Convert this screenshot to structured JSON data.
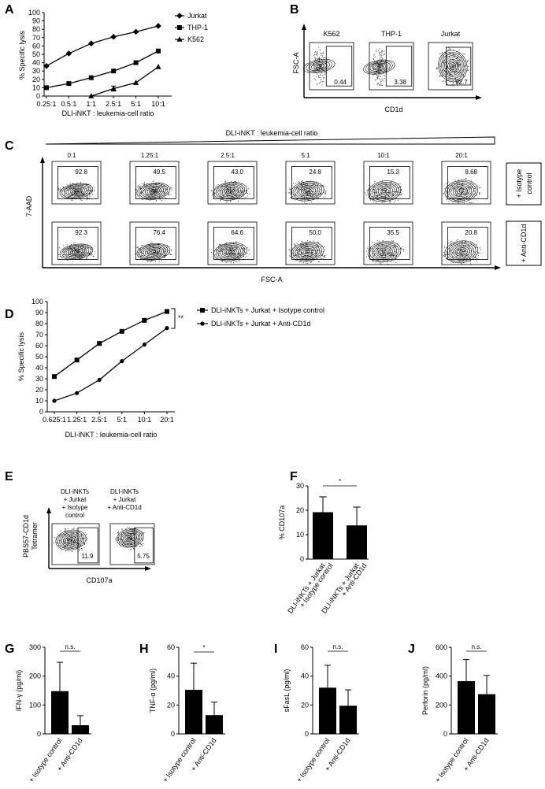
{
  "panels": {
    "A": {
      "label": "A",
      "chart_data": {
        "type": "line",
        "categories": [
          "0.25:1",
          "0.5:1",
          "1:1",
          "2.5:1",
          "5:1",
          "10:1"
        ],
        "xlabel": "DLI-iNKT : leukemia-cell ratio",
        "ylabel": "% Specific lysis",
        "ylim": [
          0,
          100
        ],
        "yticks": [
          0,
          10,
          20,
          30,
          40,
          50,
          60,
          70,
          80,
          90,
          100
        ],
        "legend_position": "top-right",
        "series": [
          {
            "name": "Jurkat",
            "marker": "diamond",
            "values": [
              36,
              51,
              63,
              71,
              77,
              84
            ]
          },
          {
            "name": "THP-1",
            "marker": "square",
            "values": [
              10,
              15,
              22,
              30,
              40,
              54
            ]
          },
          {
            "name": "K562",
            "marker": "triangle",
            "values": [
              null,
              null,
              0,
              9,
              16,
              35
            ]
          }
        ]
      }
    },
    "B": {
      "label": "B",
      "ylabel": "FSC-A",
      "xlabel": "CD1d",
      "plots": [
        {
          "title": "K562",
          "value": "0.44"
        },
        {
          "title": "THP-1",
          "value": "3.38"
        },
        {
          "title": "Jurkat",
          "value": "92.7"
        }
      ]
    },
    "C": {
      "label": "C",
      "header": "DLI-iNKT : leukemia-cell ratio",
      "ylabel": "7-AAD",
      "xlabel": "FSC-A",
      "ratios": [
        "0:1",
        "1.25:1",
        "2.5:1",
        "5:1",
        "10:1",
        "20:1"
      ],
      "row_labels": [
        "+ Isotype control",
        "+ Anti-CD1d"
      ],
      "row1_values": [
        "92.8",
        "49.5",
        "43.0",
        "24.8",
        "15.3",
        "8.68"
      ],
      "row2_values": [
        "92.3",
        "76.4",
        "64.6",
        "50.0",
        "35.5",
        "20.8"
      ]
    },
    "D": {
      "label": "D",
      "significance": "**",
      "chart_data": {
        "type": "line",
        "categories": [
          "0.625:1",
          "1.25:1",
          "2.5:1",
          "5:1",
          "10:1",
          "20:1"
        ],
        "xlabel": "DLI-iNKT : leukemia-cell ratio",
        "ylabel": "% Specific lysis",
        "ylim": [
          0,
          100
        ],
        "yticks": [
          0,
          10,
          20,
          30,
          40,
          50,
          60,
          70,
          80,
          90,
          100
        ],
        "legend_position": "top-right",
        "series": [
          {
            "name": "DLI-iNKTs + Jurkat + Isotype control",
            "marker": "square",
            "values": [
              32,
              47,
              62,
              73,
              83,
              91
            ]
          },
          {
            "name": "DLI-iNKTs + Jurkat + Anti-CD1d",
            "marker": "circle",
            "values": [
              10,
              17,
              29,
              46,
              61,
              76
            ]
          }
        ]
      }
    },
    "E": {
      "label": "E",
      "ylabel_line1": "PBS57-CD1d",
      "ylabel_line2": "Tetramer",
      "xlabel": "CD107a",
      "col1_title": [
        "DLI-iNKTs",
        "+ Jurkat",
        "+ Isotype",
        "control"
      ],
      "col2_title": [
        "DLI-iNKTs",
        "+ Jurkat",
        "+ Anti-CD1d"
      ],
      "values": [
        "11.9",
        "5.75"
      ]
    },
    "F": {
      "label": "F",
      "significance": "*",
      "chart_data": {
        "type": "bar",
        "categories": [
          "DLI-iNKTs + Jurkat\n+ Isotype control",
          "DLI-iNKTs + Jurkat\n+ Anti-CD1d"
        ],
        "cat_lines": [
          [
            "DLI-iNKTs + Jurkat",
            "+ Isotype control"
          ],
          [
            "DLI-iNKTs + Jurkat",
            "+ Anti-CD1d"
          ]
        ],
        "values": [
          19.2,
          13.8
        ],
        "errors": [
          6.3,
          7.5
        ],
        "ylabel": "% CD107a",
        "ylim": [
          0,
          30
        ],
        "yticks": [
          0,
          10,
          20,
          30
        ]
      }
    },
    "G": {
      "label": "G",
      "significance": "n.s.",
      "chart_data": {
        "type": "bar",
        "categories": [
          "+ Isotype control",
          "+ Anti-CD1d"
        ],
        "values": [
          148,
          30
        ],
        "errors": [
          100,
          33
        ],
        "ylabel": "IFN-γ (pg/ml)",
        "ylim": [
          0,
          300
        ],
        "yticks": [
          0,
          100,
          200,
          300
        ]
      }
    },
    "H": {
      "label": "H",
      "significance": "*",
      "chart_data": {
        "type": "bar",
        "categories": [
          "+ Isotype control",
          "+ Anti-CD1d"
        ],
        "values": [
          30.5,
          13
        ],
        "errors": [
          18.5,
          9
        ],
        "ylabel": "TNF-α (pg/ml)",
        "ylim": [
          0,
          60
        ],
        "yticks": [
          0,
          20,
          40,
          60
        ]
      }
    },
    "I": {
      "label": "I",
      "significance": "n.s.",
      "chart_data": {
        "type": "bar",
        "categories": [
          "+ Isotype control",
          "+ Anti-CD1d"
        ],
        "values": [
          32,
          19.5
        ],
        "errors": [
          15.5,
          11
        ],
        "ylabel": "sFasL (pg/ml)",
        "ylim": [
          0,
          60
        ],
        "yticks": [
          0,
          20,
          40,
          60
        ]
      }
    },
    "J": {
      "label": "J",
      "significance": "n.s.",
      "chart_data": {
        "type": "bar",
        "categories": [
          "+ Isotype control",
          "+ Anti-CD1d"
        ],
        "values": [
          365,
          275
        ],
        "errors": [
          150,
          130
        ],
        "ylabel": "Perforin (pg/ml)",
        "ylim": [
          0,
          600
        ],
        "yticks": [
          0,
          200,
          400,
          600
        ]
      }
    }
  }
}
